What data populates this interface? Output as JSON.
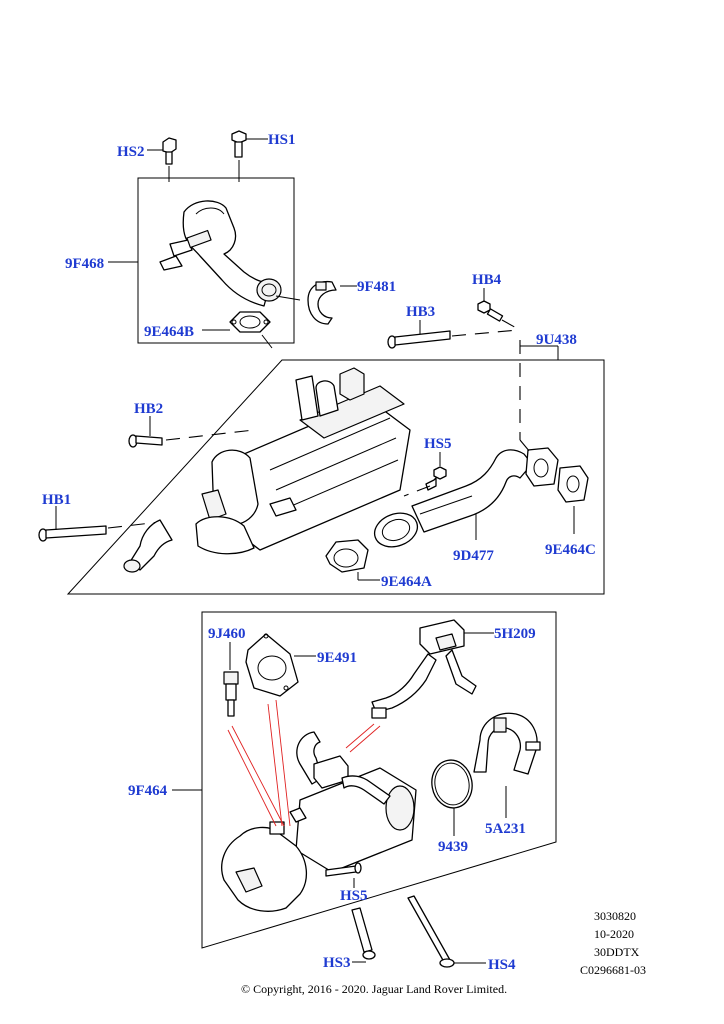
{
  "callouts": {
    "hs2": "HS2",
    "hs1": "HS1",
    "f9f468": "9F468",
    "f9f481": "9F481",
    "hb4": "HB4",
    "hb3": "HB3",
    "f9u438": "9U438",
    "f9e464b": "9E464B",
    "hb2": "HB2",
    "hs5_top": "HS5",
    "hb1": "HB1",
    "f9d477": "9D477",
    "f9e464c": "9E464C",
    "f9e464a": "9E464A",
    "f9j460": "9J460",
    "f9e491": "9E491",
    "f5h209": "5H209",
    "f9f464": "9F464",
    "f9439": "9439",
    "f5a231": "5A231",
    "hs5_bottom": "HS5",
    "hs3": "HS3",
    "hs4": "HS4"
  },
  "meta_block": {
    "line1": "3030820",
    "line2": "10-2020",
    "line3": "30DDTX",
    "line4": "C0296681-03"
  },
  "copyright": "© Copyright, 2016 - 2020. Jaguar Land Rover Limited.",
  "colors": {
    "callout_text": "#1f3bd1",
    "leader": "#000000",
    "wiring": "#e02020"
  }
}
